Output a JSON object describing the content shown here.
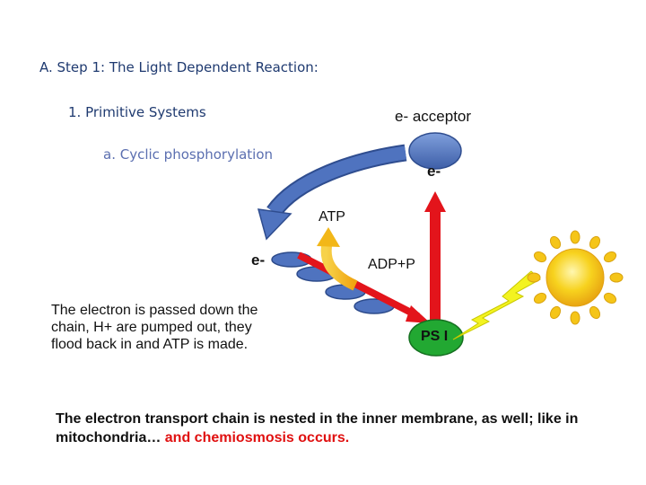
{
  "heading": "A. Step 1: The Light Dependent Reaction:",
  "subheading_1": "1. Primitive Systems",
  "subheading_2": "a.  Cyclic phosphorylation",
  "diagram": {
    "acceptor_label": "e- acceptor",
    "electron_top": "e-",
    "electron_left": "e-",
    "atp_label": "ATP",
    "adp_label": "ADP+P",
    "ps_label": "PS I"
  },
  "description": "The electron is passed down the chain, H+ are pumped out, they flood back in and ATP is made.",
  "bottom_text": {
    "main": "The electron transport chain is nested in the inner membrane, as well; like in mitochondria… ",
    "highlight": "and chemiosmosis occurs."
  },
  "colors": {
    "heading": "#1f3a70",
    "subheading_2": "#5b6fb0",
    "acceptor": "#5b7fc7",
    "chain": "#4f73bf",
    "red_arrow": "#e3141b",
    "yellow_arrow": "#f2b718",
    "ps_green": "#22a832",
    "sun": "#f5c518",
    "lightning": "#f3f320",
    "highlight_text": "#e01010"
  }
}
